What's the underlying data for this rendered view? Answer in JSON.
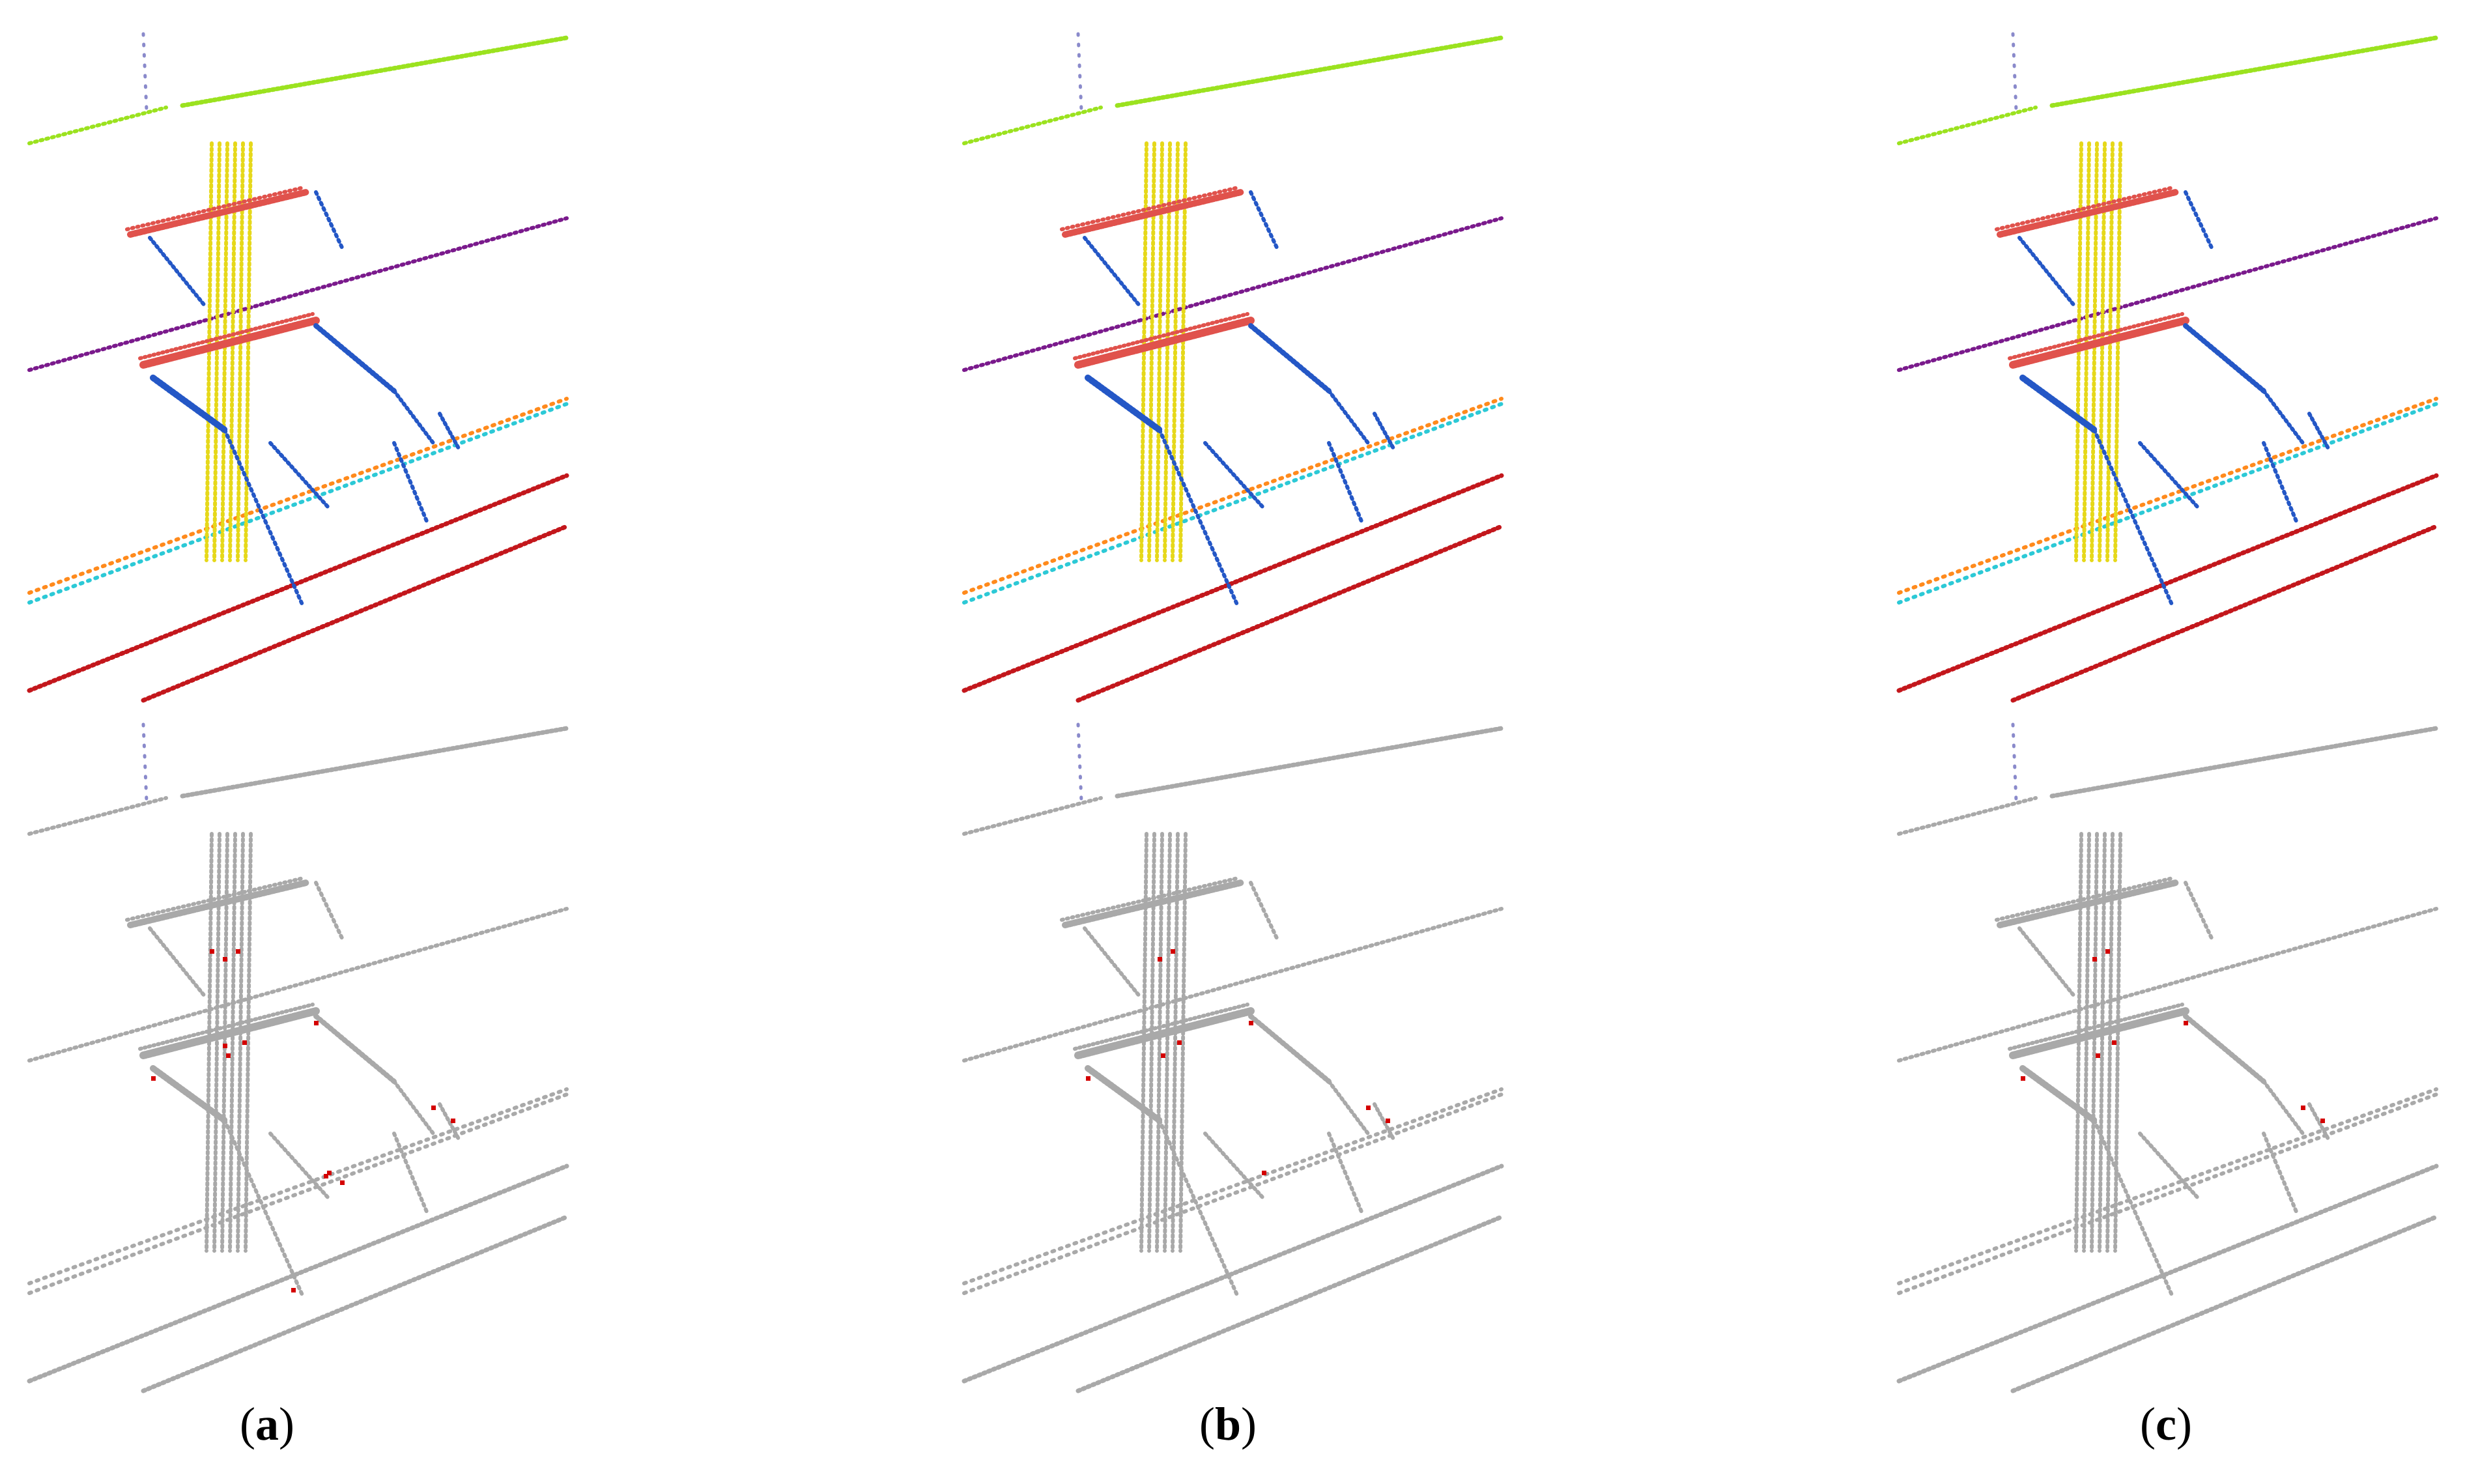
{
  "panels": [
    {
      "id": "a",
      "open": "(",
      "letter": "a",
      "close": ")"
    },
    {
      "id": "b",
      "open": "(",
      "letter": "b",
      "close": ")"
    },
    {
      "id": "c",
      "open": "(",
      "letter": "c",
      "close": ")"
    }
  ],
  "colors": {
    "background": "#ffffff",
    "wire_top": "#9be21f",
    "wire_purple": "#7a1a8c",
    "wire_orange": "#ff8a1c",
    "wire_cyan": "#2cc9d6",
    "wire_red": "#c3171c",
    "pole": "#e6d81a",
    "crossarm": "#e0524c",
    "insulator": "#2457c6",
    "gray_points": "#a9a9a9",
    "error_points": "#d40000"
  },
  "rows": [
    {
      "name": "semantic-segmentation",
      "style": "colored"
    },
    {
      "name": "error-map",
      "style": "gray-with-red"
    }
  ]
}
